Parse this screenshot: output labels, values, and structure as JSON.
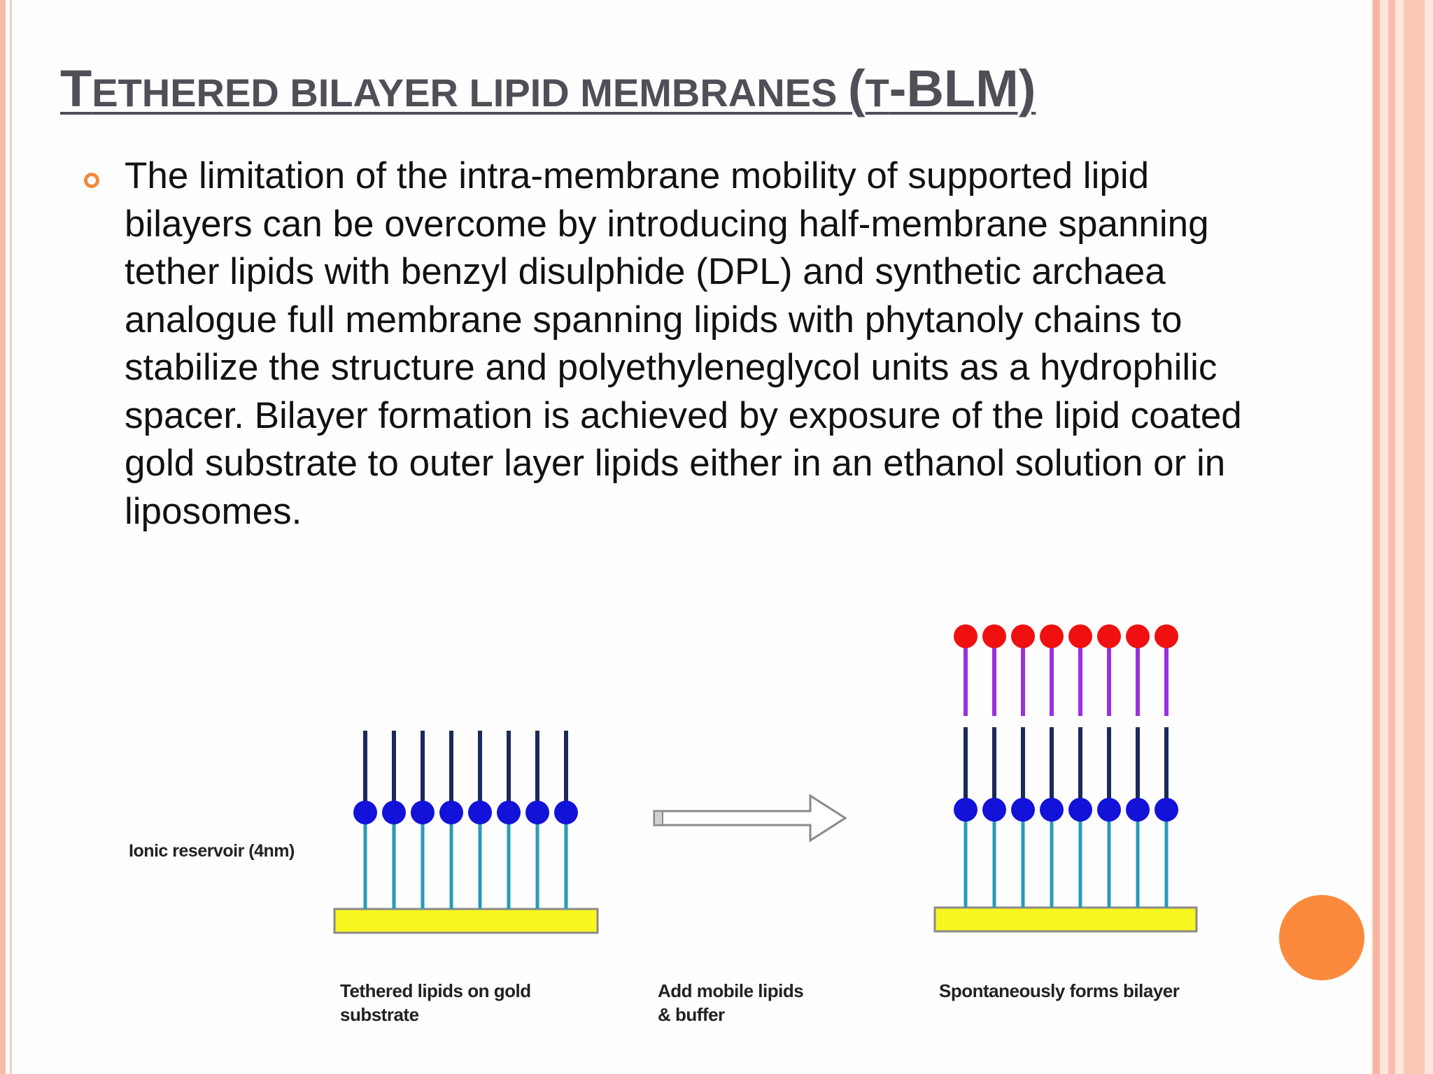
{
  "slide": {
    "title": {
      "part1_big": "T",
      "part1_small": "ETHERED BILAYER LIPID MEMBRANES ",
      "part2_big": "(",
      "part2_small": "T",
      "part2_big2": "-BLM)"
    },
    "bullet_text": "The limitation of the intra-membrane mobility of supported lipid bilayers can be overcome by introducing half-membrane spanning tether lipids with benzyl disulphide (DPL) and synthetic archaea analogue full membrane spanning lipids with phytanoly chains to stabilize the structure and polyethyleneglycol units as a hydrophilic spacer. Bilayer formation is achieved by exposure of the lipid coated gold substrate to outer layer lipids either in an ethanol solution or in liposomes."
  },
  "diagram": {
    "ionic_label": "Ionic reservoir  (4nm)",
    "caption_left": "Tethered  lipids on gold\nsubstrate",
    "caption_middle": "Add mobile lipids\n& buffer",
    "caption_right": "Spontaneously forms bilayer",
    "lipid_count_left": 8,
    "lipid_count_right": 8
  },
  "colors": {
    "title": "#4f4f57",
    "bullet": "#f28a3c",
    "gold_substrate": "#f7f71f",
    "tether": "#2a9ab8",
    "inner_tail": "#1a2a5a",
    "inner_head": "#1212d8",
    "outer_tail": "#9a30e0",
    "outer_head": "#f01010",
    "accent_circle": "#fb8a3d"
  }
}
